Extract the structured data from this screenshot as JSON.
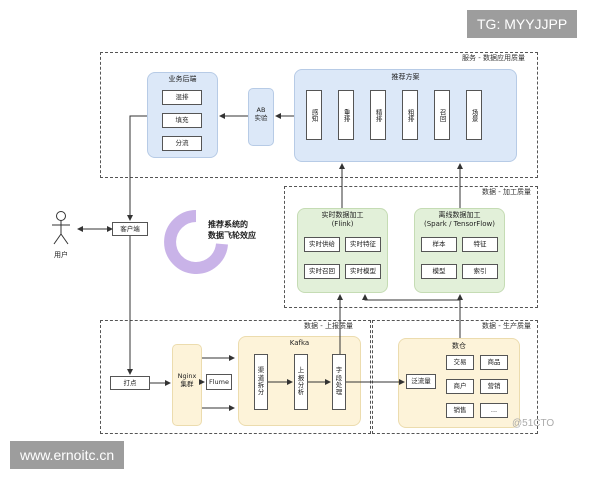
{
  "watermark_top": "TG: MYYJJPP",
  "watermark_bottom": "www.ernoitc.cn",
  "watermark_logo": "@51CTO",
  "zones": {
    "service": "服务 - 数据应用质量",
    "processing": "数据 - 加工质量",
    "upload": "数据 - 上报质量",
    "production": "数据 - 生产质量"
  },
  "business": {
    "title": "业务后端",
    "items": [
      "混排",
      "填充",
      "分流"
    ]
  },
  "ab": "AB\n实验",
  "recommend": {
    "title": "推荐方案",
    "items": [
      "感知",
      "重排",
      "精排",
      "粗排",
      "召回",
      "场景"
    ]
  },
  "realtime": {
    "title": "实时数据加工\n(Flink)",
    "items": [
      "实时供给",
      "实时特征",
      "实时召回",
      "实时模型"
    ]
  },
  "offline": {
    "title": "离线数据加工\n(Spark / TensorFlow)",
    "items": [
      "样本",
      "特征",
      "模型",
      "索引"
    ]
  },
  "user": "用户",
  "client": "客户端",
  "flywheel": "推荐系统的\n数据飞轮效应",
  "dot": "打点",
  "nginx": "Nginx\n集群",
  "flume": "Flume",
  "kafka": {
    "title": "Kafka",
    "items": [
      "渠\n道\n拆\n分",
      "上\n报\n分\n析",
      "字\n段\n处\n理"
    ]
  },
  "warehouse": {
    "title": "数仓",
    "traffic": "泛流量",
    "items": [
      "交易",
      "商品",
      "商户",
      "营销",
      "销售",
      "..."
    ]
  }
}
